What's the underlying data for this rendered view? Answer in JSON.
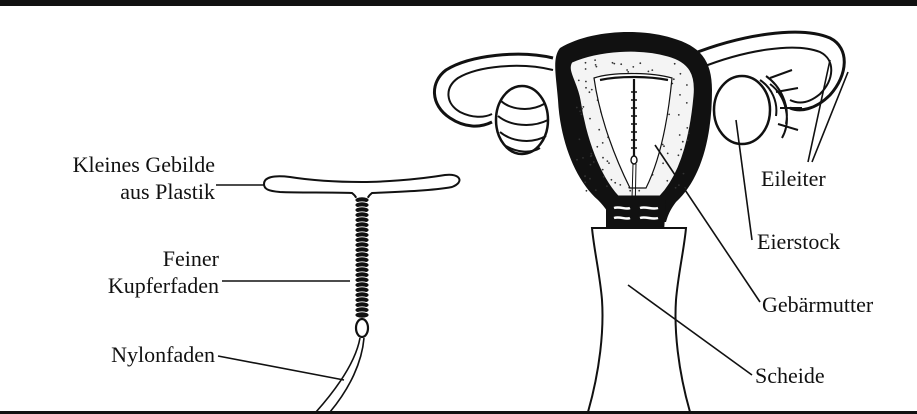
{
  "labels": {
    "plastic_line1": "Kleines Gebilde",
    "plastic_line2": "aus Plastik",
    "copper_line1": "Feiner",
    "copper_line2": "Kupferfaden",
    "nylon": "Nylonfaden",
    "tube": "Eileiter",
    "ovary": "Eierstock",
    "uterus": "Gebärmutter",
    "vagina": "Scheide"
  },
  "colors": {
    "ink": "#111111",
    "background": "#ffffff"
  }
}
